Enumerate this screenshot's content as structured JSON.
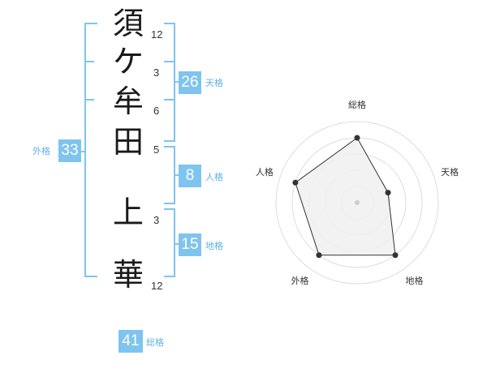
{
  "name": {
    "characters": [
      "須",
      "ケ",
      "牟",
      "田",
      "上",
      "華"
    ],
    "strokes": [
      "12",
      "3",
      "6",
      "5",
      "3",
      "12"
    ]
  },
  "fortune": {
    "tenkaku": {
      "value": "26",
      "label": "天格"
    },
    "jinkaku": {
      "value": "8",
      "label": "人格"
    },
    "chikaku": {
      "value": "15",
      "label": "地格"
    },
    "gaikaku": {
      "value": "33",
      "label": "外格"
    },
    "soukaku": {
      "value": "41",
      "label": "総格"
    }
  },
  "radar": {
    "axes": [
      "総格",
      "天格",
      "地格",
      "外格",
      "人格"
    ],
    "levels": [
      4,
      2,
      4,
      4,
      4
    ],
    "max_level": 5,
    "grid_color": "#dddddd",
    "fill_color": "#f0f0f0",
    "line_color": "#333333"
  },
  "colors": {
    "accent": "#7fc4ef",
    "label": "#5eb3e6"
  }
}
